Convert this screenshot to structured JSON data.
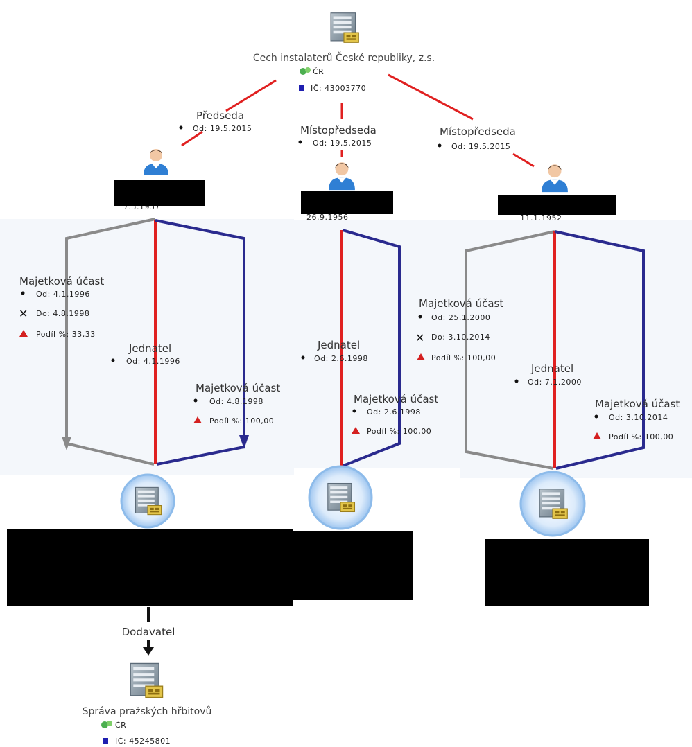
{
  "colors": {
    "owner_edge": "#2a2a8e",
    "role_edge": "#e02020",
    "former_edge": "#8a8a8a",
    "supplier_edge": "#111111",
    "panel_bg": "#f4f7fb",
    "redaction": "#000000",
    "ico_blue": "#1f1fb0",
    "ico_red": "#d42020"
  },
  "root": {
    "name": "Cech instalaterů České republiky, z.s.",
    "country": "ČR",
    "ico": "IČ: 43003770",
    "icon": "building-icon"
  },
  "persons": [
    {
      "role_title": "Předseda",
      "role_since": "Od: 19.5.2015",
      "birth": "7.5.1957",
      "icon": "person-icon"
    },
    {
      "role_title": "Místopředseda",
      "role_since": "Od: 19.5.2015",
      "birth": "26.9.1956",
      "icon": "person-icon"
    },
    {
      "role_title": "Místopředseda",
      "role_since": "Od: 19.5.2015",
      "birth": "11.1.1952",
      "icon": "person-icon"
    }
  ],
  "relations": {
    "p1_stake_old": {
      "title": "Majetková účast",
      "since": "Od: 4.1.1996",
      "until": "Do: 4.8.1998",
      "share": "Podíl %: 33,33"
    },
    "p1_jednatel": {
      "title": "Jednatel",
      "since": "Od: 4.1.1996"
    },
    "p1_stake": {
      "title": "Majetková účast",
      "since": "Od: 4.8.1998",
      "share": "Podíl %: 100,00"
    },
    "p2_jednatel": {
      "title": "Jednatel",
      "since": "Od: 2.6.1998"
    },
    "p2_stake": {
      "title": "Majetková účast",
      "since": "Od: 2.6.1998",
      "share": "Podíl %: 100,00"
    },
    "p3_stake_old": {
      "title": "Majetková účast",
      "since": "Od: 25.1.2000",
      "until": "Do: 3.10.2014",
      "share": "Podíl %: 100,00"
    },
    "p3_jednatel": {
      "title": "Jednatel",
      "since": "Od: 7.1.2000"
    },
    "p3_stake": {
      "title": "Majetková účast",
      "since": "Od: 3.10.2014",
      "share": "Podíl %: 100,00"
    }
  },
  "supplier": {
    "edge_label": "Dodavatel",
    "name": "Správa pražských hřbitovů",
    "country": "ČR",
    "ico": "IČ: 45245801"
  }
}
